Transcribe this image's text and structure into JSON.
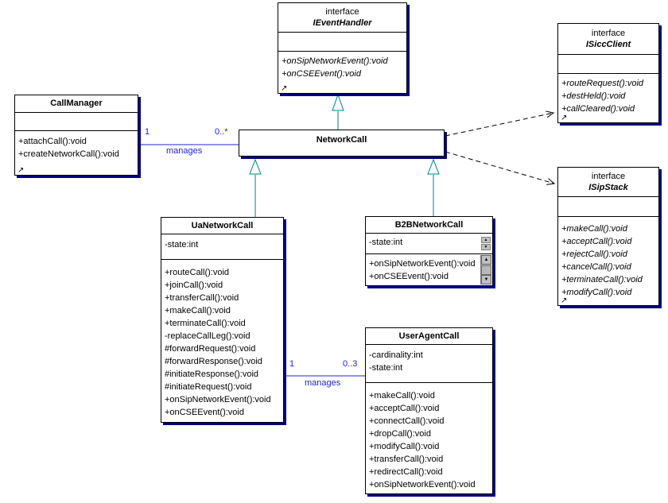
{
  "diagram": {
    "kind": "uml-class-diagram",
    "colors": {
      "background": "#ffffff",
      "box_border": "#000000",
      "box_shadow": "#000080",
      "association": "#2222cc",
      "association_label": "#2222cc",
      "generalization": "#008080",
      "dependency": "#000000",
      "scrollbar_face": "#c0c0c0"
    }
  },
  "icons": {
    "overflow_arrow": "↗",
    "scroll_up": "▲",
    "scroll_down": "▼",
    "spin_up": "▲",
    "spin_down": "▼"
  },
  "boxes": {
    "event_handler": {
      "stereotype": "interface",
      "name": "IEventHandler",
      "methods": [
        "+onSipNetworkEvent():void",
        "+onCSEEvent():void"
      ]
    },
    "sicc_client": {
      "stereotype": "interface",
      "name": "ISiccClient",
      "methods": [
        "+routeRequest():void",
        "+destHeld():void",
        "+callCleared():void"
      ]
    },
    "call_manager": {
      "name": "CallManager",
      "methods": [
        "+attachCall():void",
        "+createNetworkCall():void"
      ]
    },
    "network_call": {
      "name": "NetworkCall"
    },
    "sip_stack": {
      "stereotype": "interface",
      "name": "ISipStack",
      "methods": [
        "+makeCall():void",
        "+acceptCall():void",
        "+rejectCall():void",
        "+cancelCall():void",
        "+terminateCall():void",
        "+modifyCall():void"
      ]
    },
    "ua_network_call": {
      "name": "UaNetworkCall",
      "attributes": [
        "-state:int"
      ],
      "methods": [
        "+routeCall():void",
        "+joinCall():void",
        "+transferCall():void",
        "+makeCall():void",
        "+terminateCall():void",
        "-replaceCallLeg():void",
        "#forwardRequest():void",
        "#forwardResponse():void",
        "#initiateResponse():void",
        "#initiateRequest():void",
        "+onSipNetworkEvent():void",
        "+onCSEEvent():void"
      ]
    },
    "b2b_network_call": {
      "name": "B2BNetworkCall",
      "attributes": [
        "-state:int"
      ],
      "methods": [
        "+onSipNetworkEvent():void",
        "+onCSEEvent():void"
      ]
    },
    "user_agent_call": {
      "name": "UserAgentCall",
      "attributes": [
        "-cardinality:int",
        "-state:int"
      ],
      "methods": [
        "+makeCall():void",
        "+acceptCall():void",
        "+connectCall():void",
        "+dropCall():void",
        "+modifyCall():void",
        "+transferCall():void",
        "+redirectCall():void",
        "+onSipNetworkEvent():void"
      ]
    }
  },
  "associations": {
    "callmanager_networkcall": {
      "from_multiplicity": "1",
      "to_multiplicity": "0..*",
      "label": "manages"
    },
    "uanetworkcall_useragentcall": {
      "from_multiplicity": "1",
      "to_multiplicity": "0..3",
      "label": "manages"
    }
  }
}
